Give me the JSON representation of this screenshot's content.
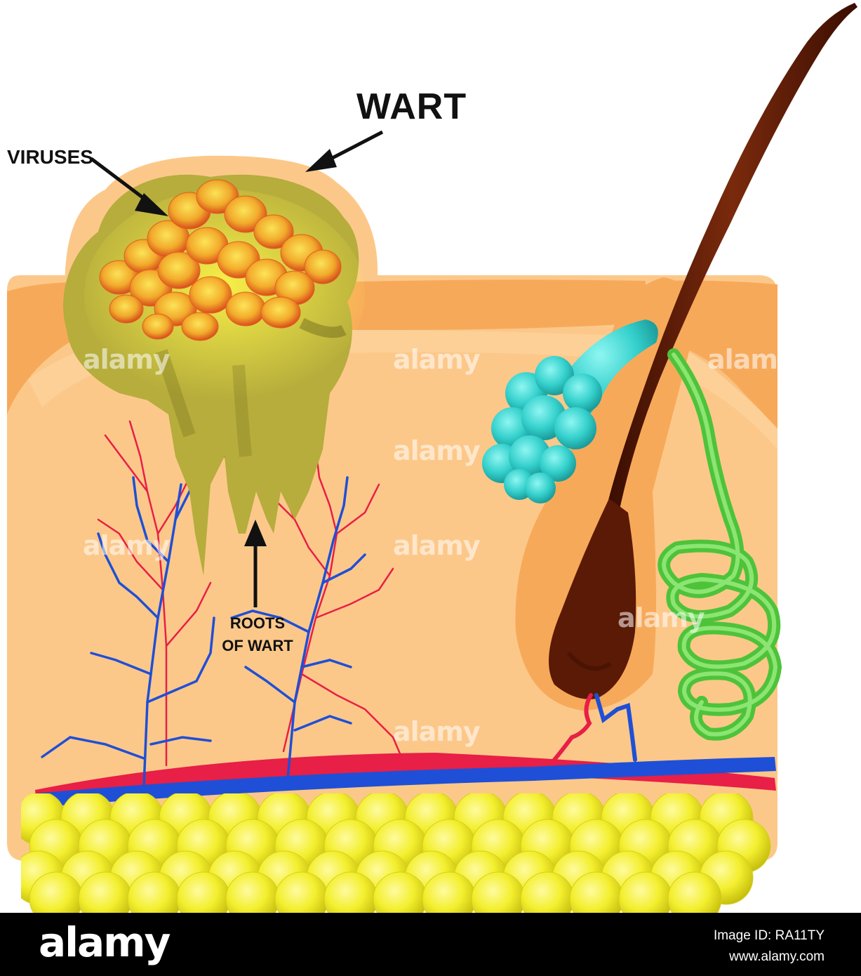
{
  "labels": {
    "wart": "WART",
    "viruses": "VIRUSES",
    "roots_line1": "ROOTS",
    "roots_line2": "OF WART"
  },
  "watermark": "alamy",
  "footer": {
    "logo": "alamy",
    "image_id": "Image ID: RA11TY",
    "url": "www.alamy.com"
  },
  "colors": {
    "skin": "#fcc88a",
    "epidermis": "#f7a95a",
    "wart": "#b6ad3c",
    "virus": "#f3b73a",
    "artery": "#e81f46",
    "vein": "#1f4fd6",
    "fat": "#f0ee2a",
    "hair": "#5a1a06",
    "sebaceous_gland": "#35d3d0",
    "sweat_gland": "#6fe04a"
  }
}
